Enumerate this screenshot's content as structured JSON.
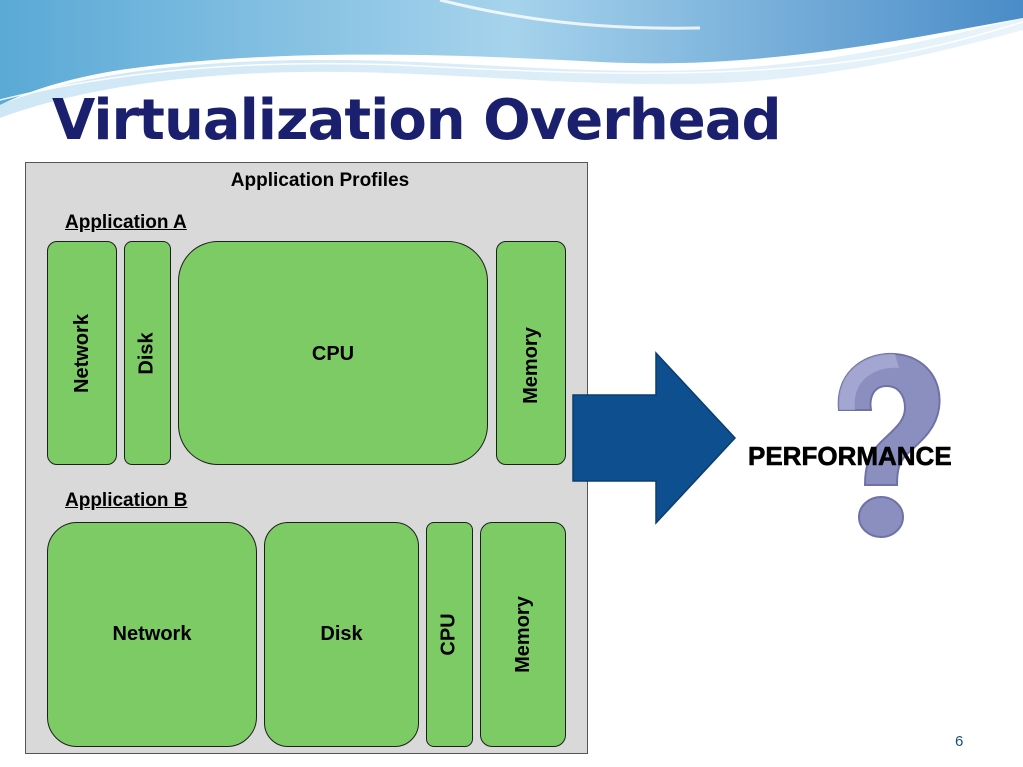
{
  "slide": {
    "title": "Virtualization Overhead",
    "page_number": "6"
  },
  "panel": {
    "title": "Application Profiles",
    "app_a": {
      "label": "Application A",
      "network": "Network",
      "disk": "Disk",
      "cpu": "CPU",
      "memory": "Memory"
    },
    "app_b": {
      "label": "Application B",
      "network": "Network",
      "disk": "Disk",
      "cpu": "CPU",
      "memory": "Memory"
    }
  },
  "result": {
    "label": "PERFORMANCE"
  },
  "colors": {
    "title": "#1a1f6e",
    "resource_box": "#7ccb64",
    "panel": "#d9d9d9",
    "arrow": "#0d4f8f",
    "question_mark": "#8b8fc0"
  },
  "icons": {
    "arrow": "right-arrow-icon",
    "question": "question-mark-icon"
  }
}
